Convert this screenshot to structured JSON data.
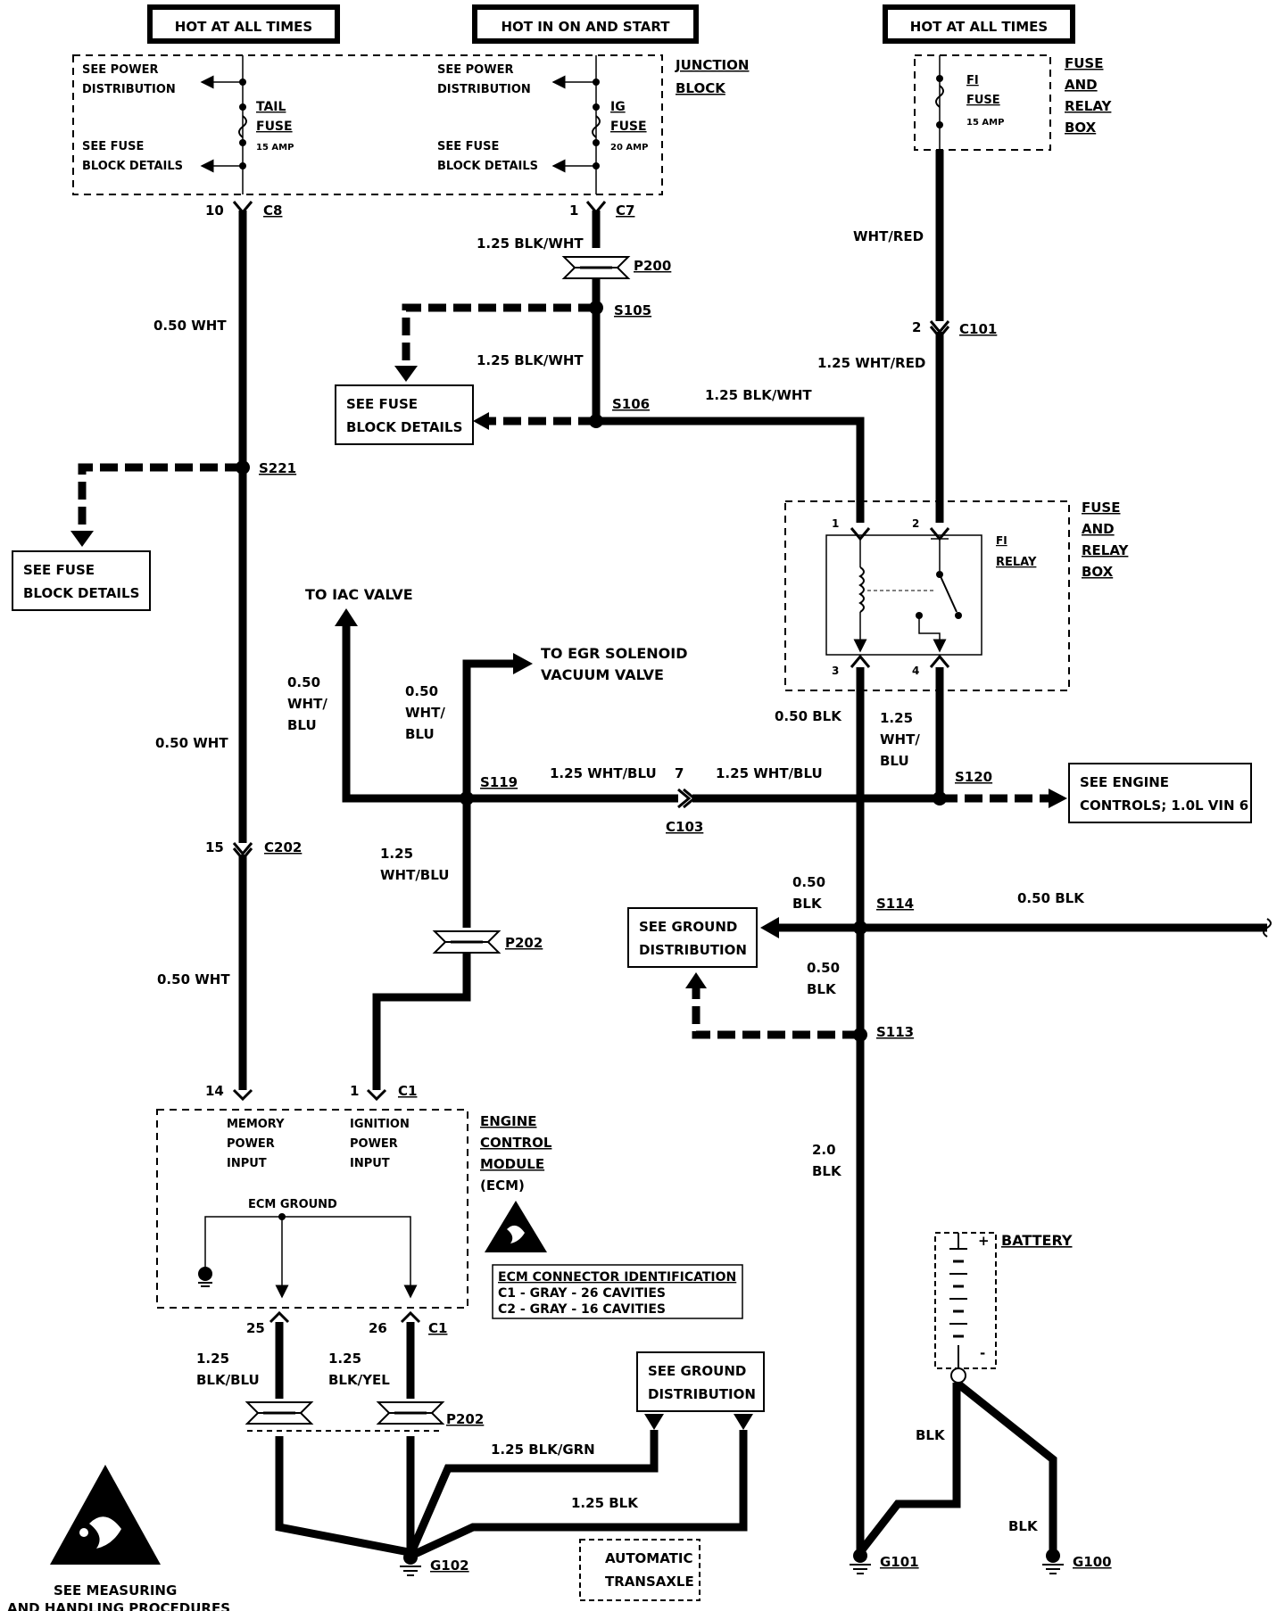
{
  "headers": {
    "hot_left": "HOT AT ALL TIMES",
    "hot_mid": "HOT IN ON AND START",
    "hot_right": "HOT AT ALL TIMES"
  },
  "junction_block": {
    "title_1": "JUNCTION",
    "title_2": "BLOCK",
    "see_power_1a": "SEE POWER",
    "see_power_1b": "DISTRIBUTION",
    "see_fuse_1a": "SEE FUSE",
    "see_fuse_1b": "BLOCK DETAILS",
    "tail_fuse_1": "TAIL",
    "tail_fuse_2": "FUSE",
    "tail_fuse_amp": "15 AMP",
    "see_power_2a": "SEE POWER",
    "see_power_2b": "DISTRIBUTION",
    "see_fuse_2a": "SEE FUSE",
    "see_fuse_2b": "BLOCK DETAILS",
    "ig_fuse_1": "IG",
    "ig_fuse_2": "FUSE",
    "ig_fuse_amp": "20 AMP"
  },
  "fuse_relay_top": {
    "title_1": "FUSE",
    "title_2": "AND",
    "title_3": "RELAY",
    "title_4": "BOX",
    "fuse_1": "FI",
    "fuse_2": "FUSE",
    "fuse_amp": "15 AMP"
  },
  "fuse_relay_mid": {
    "title_1": "FUSE",
    "title_2": "AND",
    "title_3": "RELAY",
    "title_4": "BOX",
    "relay_1": "FI",
    "relay_2": "RELAY",
    "pin_1": "1",
    "pin_2": "2",
    "pin_3": "3",
    "pin_4": "4"
  },
  "connectors": {
    "c8_pin": "10",
    "c8": "C8",
    "c7_pin": "1",
    "c7": "C7",
    "p200": "P200",
    "s105": "S105",
    "s106": "S106",
    "c101_pin": "2",
    "c101": "C101",
    "s221": "S221",
    "s119": "S119",
    "c103_pin": "7",
    "c103": "C103",
    "s120": "S120",
    "c202_pin": "15",
    "c202": "C202",
    "p202_a": "P202",
    "s114": "S114",
    "s113": "S113",
    "c1_pin14": "14",
    "c1_pin1": "1",
    "c1_top": "C1",
    "c1_pin25": "25",
    "c1_pin26": "26",
    "c1_bottom": "C1",
    "p202_b": "P202",
    "g102": "G102",
    "g101": "G101",
    "g100": "G100"
  },
  "wires": {
    "w_blkwht_1": "1.25 BLK/WHT",
    "w_blkwht_2": "1.25 BLK/WHT",
    "w_blkwht_3": "1.25 BLK/WHT",
    "w_wht_1": "0.50 WHT",
    "w_wht_2": "0.50 WHT",
    "w_wht_3": "0.50 WHT",
    "w_whtred_1": "WHT/RED",
    "w_whtred_2": "1.25 WHT/RED",
    "w_iac_1": "0.50",
    "w_iac_2": "WHT/",
    "w_iac_3": "BLU",
    "w_egr_1": "0.50",
    "w_egr_2": "WHT/",
    "w_egr_3": "BLU",
    "w_whtblu_1": "1.25 WHT/BLU",
    "w_whtblu_2": "1.25 WHT/BLU",
    "w_whtblu_v1": "1.25",
    "w_whtblu_v2": "WHT/BLU",
    "w_blk_050a": "0.50 BLK",
    "w_relay4_1": "1.25",
    "w_relay4_2": "WHT/",
    "w_relay4_3": "BLU",
    "w_s114_1": "0.50",
    "w_s114_2": "BLK",
    "w_s114_right": "0.50 BLK",
    "w_s113_1": "0.50",
    "w_s113_2": "BLK",
    "w_20blk_1": "2.0",
    "w_20blk_2": "BLK",
    "w_blkblu_1": "1.25",
    "w_blkblu_2": "BLK/BLU",
    "w_blkyel_1": "1.25",
    "w_blkyel_2": "BLK/YEL",
    "w_blkgrn": "1.25 BLK/GRN",
    "w_blk125": "1.25 BLK",
    "w_batt_blk1": "BLK",
    "w_batt_blk2": "BLK"
  },
  "refs": {
    "see_fuse_block_1a": "SEE FUSE",
    "see_fuse_block_1b": "BLOCK DETAILS",
    "see_fuse_block_2a": "SEE FUSE",
    "see_fuse_block_2b": "BLOCK DETAILS",
    "to_iac": "TO IAC VALVE",
    "to_egr_1": "TO EGR SOLENOID",
    "to_egr_2": "VACUUM VALVE",
    "see_engine_1": "SEE ENGINE",
    "see_engine_2": "CONTROLS; 1.0L VIN 6",
    "see_ground_1a": "SEE GROUND",
    "see_ground_1b": "DISTRIBUTION",
    "see_ground_2a": "SEE GROUND",
    "see_ground_2b": "DISTRIBUTION",
    "auto_trans_1": "AUTOMATIC",
    "auto_trans_2": "TRANSAXLE",
    "measuring_1": "SEE   MEASURING",
    "measuring_2": "AND HANDLING PROCEDURES"
  },
  "ecm": {
    "title_1": "ENGINE",
    "title_2": "CONTROL",
    "title_3": "MODULE",
    "title_4": "(ECM)",
    "mem_1": "MEMORY",
    "mem_2": "POWER",
    "mem_3": "INPUT",
    "ign_1": "IGNITION",
    "ign_2": "POWER",
    "ign_3": "INPUT",
    "ground": "ECM GROUND",
    "conn_id_title": "ECM CONNECTOR IDENTIFICATION",
    "conn_id_c1": "C1 - GRAY - 26 CAVITIES",
    "conn_id_c2": "C2 - GRAY - 16 CAVITIES"
  },
  "battery": {
    "label": "BATTERY",
    "plus": "+",
    "minus": "-"
  }
}
